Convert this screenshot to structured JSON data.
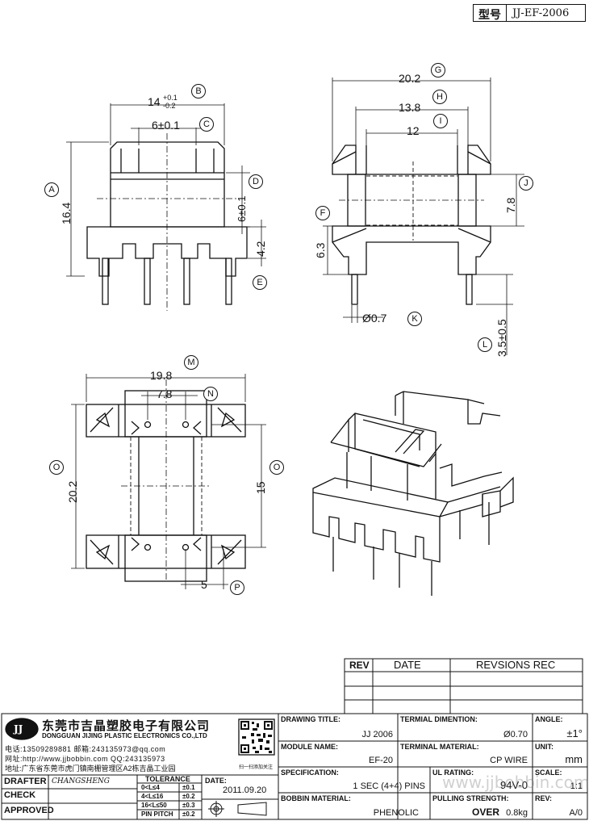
{
  "model_box": {
    "label": "型号",
    "value": "JJ-EF-2006"
  },
  "dims": {
    "A": "A",
    "B": "B",
    "C": "C",
    "D": "D",
    "E": "E",
    "F": "F",
    "G": "G",
    "H": "H",
    "I": "I",
    "J": "J",
    "K": "K",
    "L": "L",
    "M": "M",
    "N": "N",
    "O": "O",
    "P": "P",
    "b_val": "14",
    "b_tol_up": "+0.1",
    "b_tol_dn": "-0.2",
    "c_val": "6±0.1",
    "a_val": "16.4",
    "d_val": "6±0.1",
    "e_val": "4.2",
    "g_val": "20.2",
    "h_val": "13.8",
    "i_val": "12",
    "j_val": "7.8",
    "f_val": "6.3",
    "k_val": "Ø0.7",
    "l_val": "3.5±0.5",
    "m_val": "19.8",
    "n_val": "7.8",
    "q_val": "20.2",
    "o_val": "15",
    "p_val": "5"
  },
  "revision_table": {
    "headers": [
      "REV",
      "DATE",
      "REVSIONS REC"
    ]
  },
  "company": {
    "logo": "JJ",
    "name_cn": "东莞市吉晶塑胶电子有限公司",
    "name_en": "DONGGUAN JIJING PLASTIC ELECTRONICS CO.,LTD",
    "phone": "电话:13509289881  邮箱:243135973@qq.com",
    "web": "网址:http://www.jjbobbin.com QQ:243135973",
    "address": "地址:广东省东莞市虎门镇南栅管理区A2栋吉晶工业园",
    "qr_caption": "扫一扫添加关注"
  },
  "title_block": {
    "drawing_title_label": "DRAWING TITLE:",
    "drawing_title": "JJ  2006",
    "terminal_dim_label": "TERMIAL DIMENTION:",
    "terminal_dim": "Ø0.70",
    "angle_label": "ANGLE:",
    "angle": "±1°",
    "module_label": "MODULE NAME:",
    "module": "EF-20",
    "terminal_mat_label": "TERMINAL MATERIAL:",
    "terminal_mat": "CP WIRE",
    "unit_label": "UNIT:",
    "unit": "mm",
    "spec_label": "SPECIFICATION:",
    "spec": "1 SEC (4+4) PINS",
    "ul_label": "UL RATING:",
    "ul": "94V-0",
    "scale_label": "SCALE:",
    "scale": "1:1",
    "bobbin_label": "BOBBIN  MATERIAL:",
    "bobbin": "PHENOLIC",
    "pulling_label": "PULLING STRENGTH:",
    "pulling_over": "OVER",
    "pulling": "0.8kg",
    "rev_label": "REV:",
    "rev": "A/0"
  },
  "left_block": {
    "drafter_label": "DRAFTER",
    "drafter": "CHANGSHENG",
    "check_label": "CHECK",
    "approved_label": "APPROVED",
    "tolerance_label": "TOLERANCE",
    "tolerances": [
      {
        "range": "0<L≤4",
        "tol": "±0.1"
      },
      {
        "range": "4<L≤16",
        "tol": "±0.2"
      },
      {
        "range": "16<L≤50",
        "tol": "±0.3"
      },
      {
        "range": "PIN PITCH",
        "tol": "±0.2"
      }
    ],
    "date_label": "DATE:",
    "date": "2011.09.20"
  },
  "watermark": "www.jjbobbin.com"
}
